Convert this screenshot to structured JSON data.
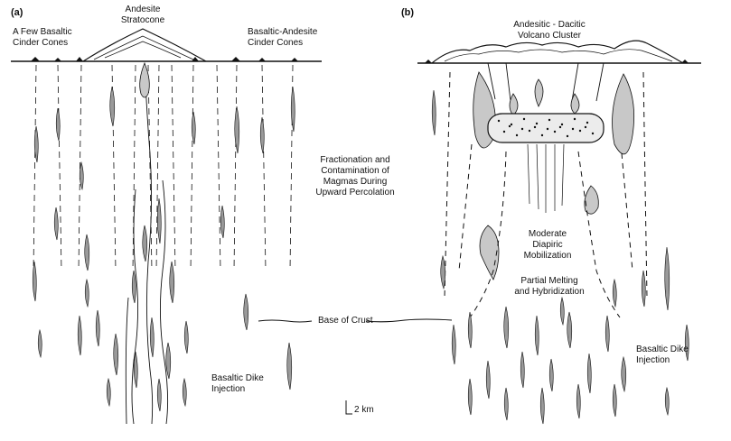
{
  "panel_a": {
    "letter": "(a)",
    "basaltic_label": "A Few Basaltic\nCinder Cones",
    "andesite_label": "Andesite\nStratocone",
    "basaltic_andesite_label": "Basaltic-Andesite\nCinder Cones",
    "fractionation_label": "Fractionation and\nContamination of\nMagmas During\nUpward Percolation",
    "dike_label": "Basaltic Dike\nInjection"
  },
  "panel_b": {
    "letter": "(b)",
    "volcano_label": "Andesitic - Dacitic\nVolcano Cluster",
    "diapiric_label": "Moderate\nDiapiric\nMobilization",
    "melting_label": "Partial Melting\nand Hybridization",
    "dike_label": "Basaltic Dike\nInjection"
  },
  "shared": {
    "base_of_crust_label": "Base of Crust",
    "scale_label": "2 km"
  },
  "colors": {
    "ink": "#111111",
    "dike_fill": "#9a9a9a",
    "pluton_fill": "#c8c8c8"
  }
}
